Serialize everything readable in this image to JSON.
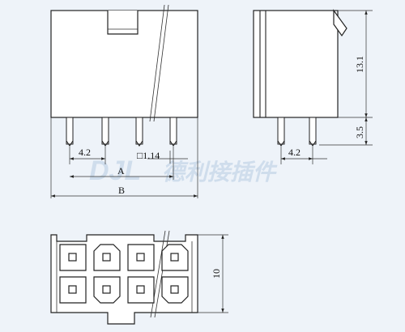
{
  "watermark": {
    "brand": "DJL",
    "text": "德利接插件"
  },
  "dimensions": {
    "pitch_front": "4.2",
    "pin_size": "□1.14",
    "label_a": "A",
    "label_b": "B",
    "height_body": "13.1",
    "height_pin": "3.5",
    "pitch_side": "4.2",
    "bottom_height": "10"
  }
}
